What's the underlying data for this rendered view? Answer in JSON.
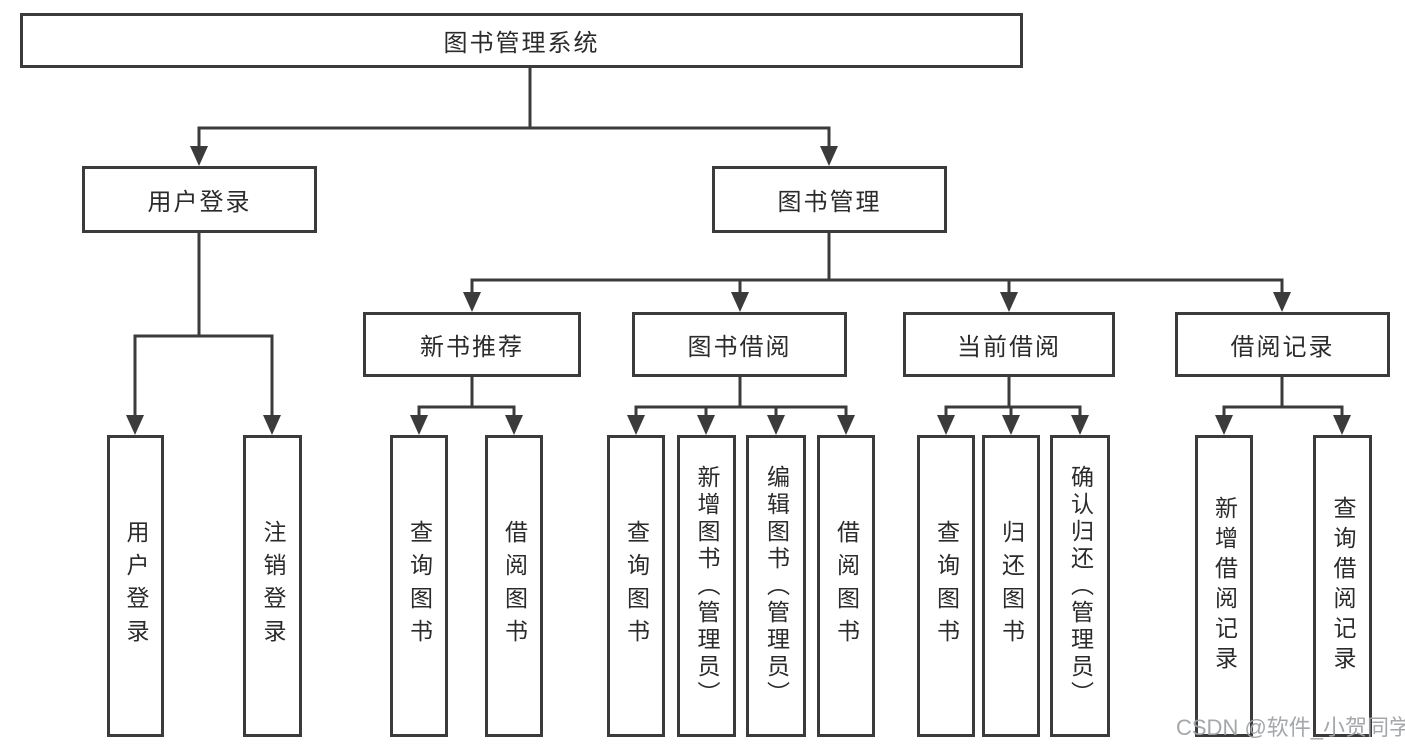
{
  "diagram": {
    "root": {
      "label": "图书管理系统"
    },
    "branches": {
      "user_login": {
        "label": "用户登录",
        "children": {
          "login": {
            "label": "用户登录"
          },
          "logout": {
            "label": "注销登录"
          }
        }
      },
      "book_management": {
        "label": "图书管理",
        "children": {
          "new_book_recommendation": {
            "label": "新书推荐",
            "children": {
              "query_books": {
                "label": "查询图书"
              },
              "borrow_books": {
                "label": "借阅图书"
              }
            }
          },
          "book_borrowing": {
            "label": "图书借阅",
            "children": {
              "query_books": {
                "label": "查询图书"
              },
              "add_books_admin": {
                "label": "新增图书（管理员）"
              },
              "edit_books_admin": {
                "label": "编辑图书（管理员）"
              },
              "borrow_books": {
                "label": "借阅图书"
              }
            }
          },
          "current_borrowing": {
            "label": "当前借阅",
            "children": {
              "query_books": {
                "label": "查询图书"
              },
              "return_books": {
                "label": "归还图书"
              },
              "confirm_return_admin": {
                "label": "确认归还（管理员）"
              }
            }
          },
          "borrowing_records": {
            "label": "借阅记录",
            "children": {
              "add_borrow_record": {
                "label": "新增借阅记录"
              },
              "query_borrow_record": {
                "label": "查询借阅记录"
              }
            }
          }
        }
      }
    }
  },
  "watermark": {
    "text": "CSDN @软件_小贺同学"
  },
  "colors": {
    "line": "#3b3b3b",
    "box_border": "#3b3b3b",
    "text": "#2b2b2b",
    "watermark": "#9ea3a7",
    "background": "#ffffff"
  }
}
